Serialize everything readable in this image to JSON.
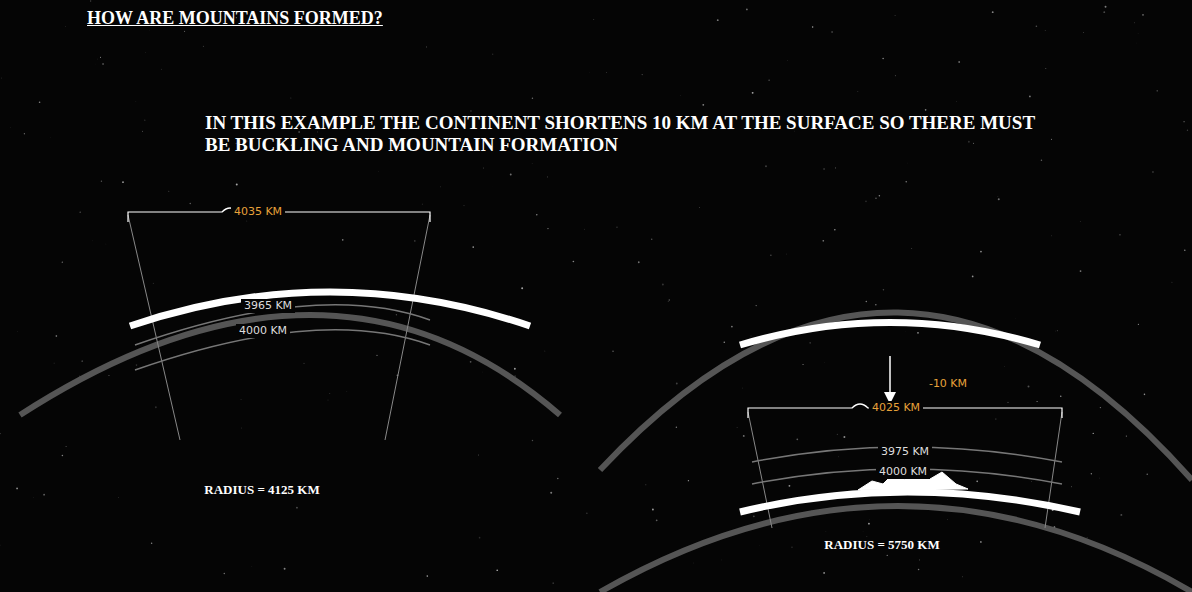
{
  "diagram": {
    "title": "HOW ARE MOUNTAINS FORMED?",
    "labels": [
      "IN THIS EXAMPLE THE CONTINENT SHORTENS 10 KM AT THE SURFACE SO THERE MUST BE BUCKLING AND MOUNTAIN FORMATION",
      "4035 KM",
      "3965 KM",
      "4000 KM",
      "RADIUS = 4125 KM",
      "-10 KM",
      "4025 KM",
      "3975 KM",
      "4000 KM",
      "RADIUS = 5750 KM"
    ]
  }
}
